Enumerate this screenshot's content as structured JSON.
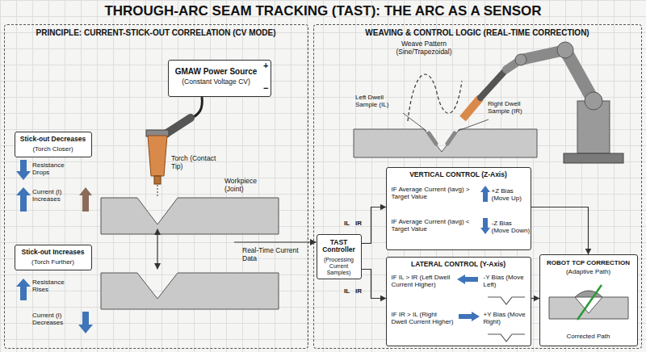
{
  "diagram": {
    "title": "THROUGH-ARC SEAM TRACKING (TAST): THE ARC AS A SENSOR",
    "nodes": [
      {
        "text": [
          "PRINCIPLE: CURRENT-STICK-OUT CORRELATION (CV MODE)"
        ]
      },
      {
        "text": [
          "GMAW Power Source",
          "(Constant Voltage CV)"
        ],
        "in": 0
      },
      {
        "text": [
          "Stick-out Decreases",
          "(Torch Closer)"
        ],
        "in": 0
      },
      {
        "text": [
          "Stick-out Increases",
          "(Torch Further)"
        ],
        "in": 0
      },
      {
        "text": [
          "WEAVING & CONTROL LOGIC (REAL-TIME CORRECTION)"
        ]
      },
      {
        "text": [
          "TAST Controller",
          "(Processing Current Samples)"
        ],
        "in": 4
      },
      {
        "text": [
          "VERTICAL CONTROL (Z-Axis)",
          "IF Average Current (Iavg) > Target Value",
          "+Z Bias (Move Up)",
          "IF Average Current (Iavg) < Target Value",
          "-Z Bias (Move Down)"
        ],
        "in": 4
      },
      {
        "text": [
          "LATERAL CONTROL (Y-Axis)",
          "IF IL > IR (Left Dwell Current Higher)",
          "-Y Bias (Move Left)",
          "IF IR > IL (Right Dwell Current Higher)",
          "+Y Bias (Move Right)"
        ],
        "in": 4
      },
      {
        "text": [
          "ROBOT TCP CORRECTION",
          "(Adaptive Path)",
          "Corrected Path"
        ],
        "in": 4
      }
    ],
    "edges": [
      {
        "from": 5,
        "to": 6,
        "arrow": "to"
      },
      {
        "from": 5,
        "to": 7,
        "arrow": "to"
      },
      {
        "from": 6,
        "to": 8,
        "arrow": "to"
      },
      {
        "from": 7,
        "to": 8,
        "arrow": "to"
      }
    ],
    "labels": [
      "+",
      "−",
      "Torch (Contact Tip)",
      "Workpiece (Joint)",
      "Resistance Drops",
      "Current (I) Increases",
      "Resistance Rises",
      "Current (I) Decreases",
      "Real-Time Current Data",
      "Weave Pattern (Sine/Trapezoidal)",
      "Left Dwell Sample (IL)",
      "Right Dwell Sample (IR)",
      "IL",
      "IR",
      "IL",
      "IR"
    ]
  }
}
